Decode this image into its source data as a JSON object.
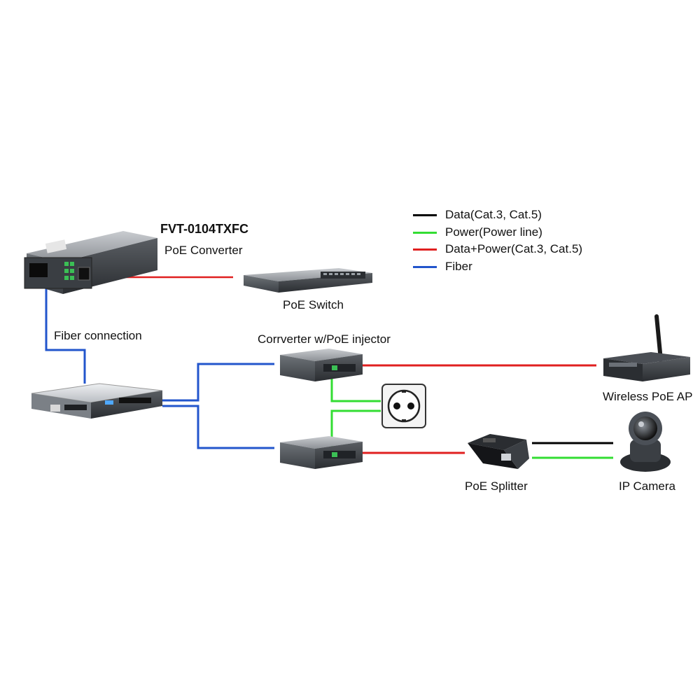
{
  "labels": {
    "model": "FVT-0104TXFC",
    "poe_converter": "PoE Converter",
    "poe_switch": "PoE Switch",
    "fiber_connection": "Fiber connection",
    "converter_injector": "Corrverter w/PoE injector",
    "wireless_ap": "Wireless PoE AP",
    "poe_splitter": "PoE Splitter",
    "ip_camera": "IP Camera"
  },
  "legend": [
    {
      "label": "Data(Cat.3, Cat.5)",
      "color": "#000000"
    },
    {
      "label": "Power(Power line)",
      "color": "#33dd33"
    },
    {
      "label": "Data+Power(Cat.3, Cat.5)",
      "color": "#e02020"
    },
    {
      "label": "Fiber",
      "color": "#2255cc"
    }
  ],
  "colors": {
    "data": "#000000",
    "power": "#33dd33",
    "data_power": "#e02020",
    "fiber": "#2255cc"
  }
}
